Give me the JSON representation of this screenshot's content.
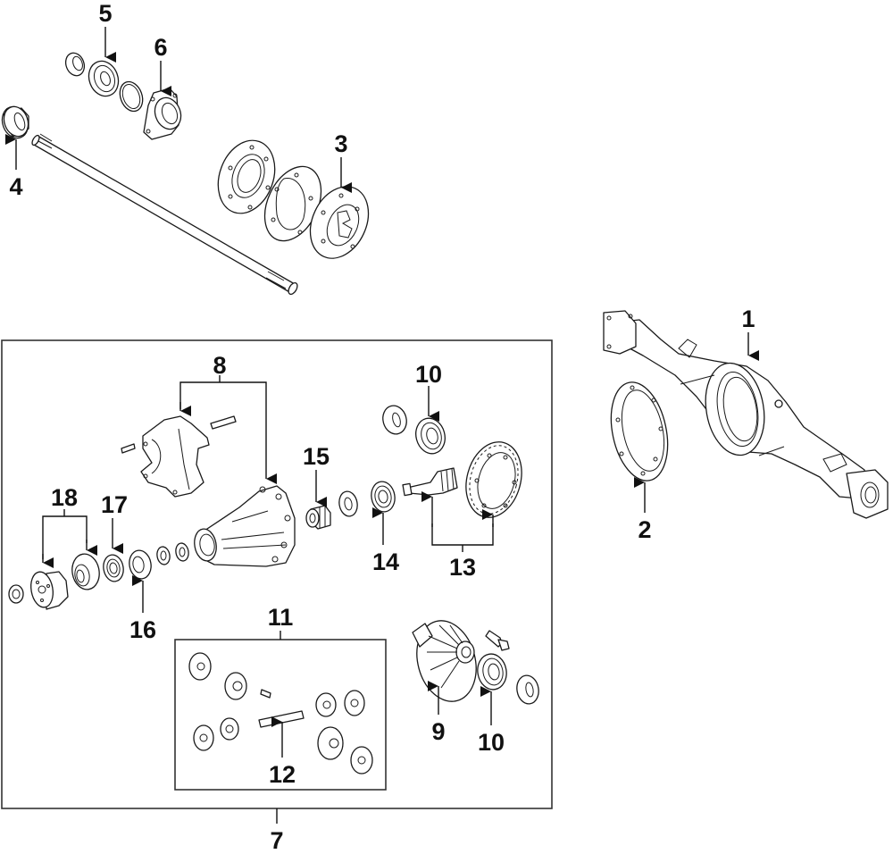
{
  "diagram": {
    "type": "exploded-parts-diagram",
    "subject": "Rear axle housing & differential",
    "colors": {
      "line": "#1a1a1a",
      "background": "#ffffff",
      "frame": "#333333"
    },
    "callouts": [
      {
        "id": "1",
        "label": "1",
        "part": "axle-housing"
      },
      {
        "id": "2",
        "label": "2",
        "part": "housing-gasket"
      },
      {
        "id": "3",
        "label": "3",
        "part": "brake-backing-plate"
      },
      {
        "id": "4",
        "label": "4",
        "part": "inner-oil-seal"
      },
      {
        "id": "5",
        "label": "5",
        "part": "axle-bearing"
      },
      {
        "id": "6",
        "label": "6",
        "part": "bearing-retainer"
      },
      {
        "id": "7",
        "label": "7",
        "part": "differential-assembly"
      },
      {
        "id": "8",
        "label": "8",
        "part": "carrier-and-bearing-caps"
      },
      {
        "id": "9",
        "label": "9",
        "part": "differential-case"
      },
      {
        "id": "10",
        "label": "10",
        "part": "side-bearing"
      },
      {
        "id": "11",
        "label": "11",
        "part": "gear-kit"
      },
      {
        "id": "12",
        "label": "12",
        "part": "pinion-shaft"
      },
      {
        "id": "13",
        "label": "13",
        "part": "ring-and-pinion"
      },
      {
        "id": "14",
        "label": "14",
        "part": "pinion-bearing-rear"
      },
      {
        "id": "15",
        "label": "15",
        "part": "crush-sleeve"
      },
      {
        "id": "16",
        "label": "16",
        "part": "pinion-bearing-front"
      },
      {
        "id": "17",
        "label": "17",
        "part": "pinion-seal"
      },
      {
        "id": "18",
        "label": "18",
        "part": "companion-flange"
      }
    ]
  }
}
